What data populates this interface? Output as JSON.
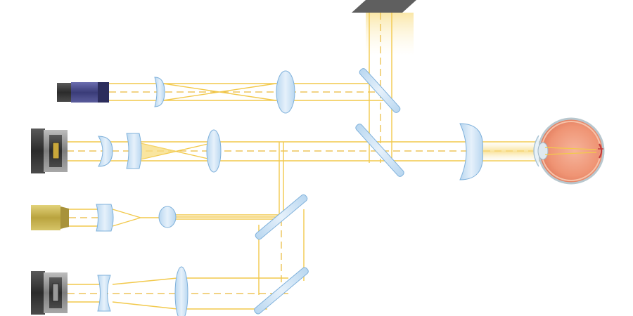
{
  "colors": {
    "beam": "#f2c94c",
    "beam_axis": "#e9b93a",
    "glass_fill": "#cfe4f6",
    "glass_edge": "#7fb1db",
    "camera_body": "#3a3a3a",
    "camera_ring": "#9a9a9a",
    "laser_body": "#3c3e7a",
    "led_body": "#c7b24a",
    "eye_sclera": "#f3a586",
    "eye_outline": "#cfd8dc",
    "mirror": "#6d6d6d"
  },
  "components": [
    {
      "name": "laser-source-icon",
      "kind": "light-source"
    },
    {
      "name": "camera-1-icon",
      "kind": "camera"
    },
    {
      "name": "light-source-icon",
      "kind": "light-source"
    },
    {
      "name": "camera-2-icon",
      "kind": "camera"
    },
    {
      "name": "fold-mirror-icon",
      "kind": "mirror"
    },
    {
      "name": "eye-icon",
      "kind": "eye"
    }
  ]
}
